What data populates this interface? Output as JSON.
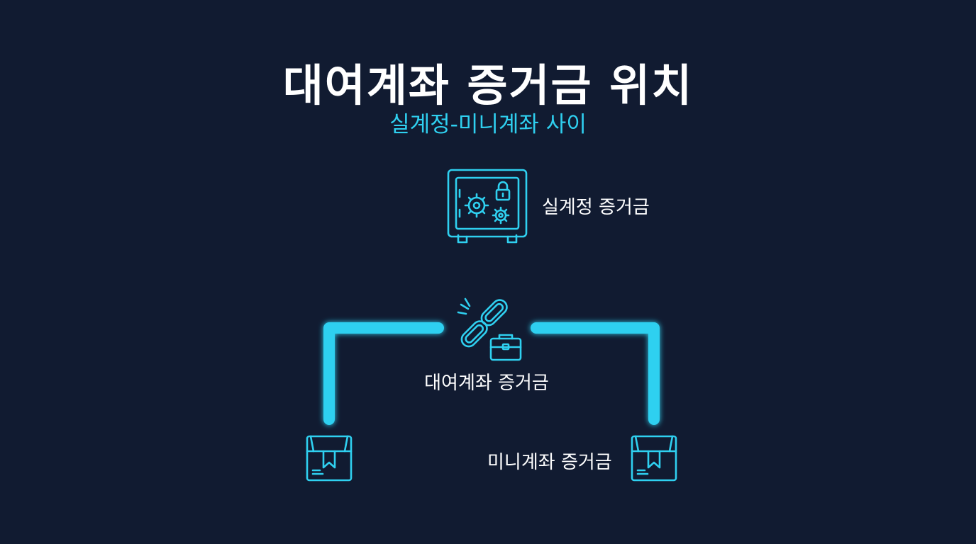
{
  "title": "대여계좌 증거금 위치",
  "subtitle": "실계정-미니계좌 사이",
  "nodes": {
    "real": {
      "label": "실계정 증거금",
      "icon": "safe-icon"
    },
    "rental": {
      "label": "대여계좌 증거금",
      "icon": "chain-link-briefcase-icon"
    },
    "mini": {
      "label": "미니계좌 증거금",
      "icon": "package-box-icon"
    },
    "mini_left": {
      "icon": "package-box-icon"
    }
  },
  "colors": {
    "background": "#111b31",
    "accent": "#2fd0f0",
    "text": "#ffffff"
  }
}
